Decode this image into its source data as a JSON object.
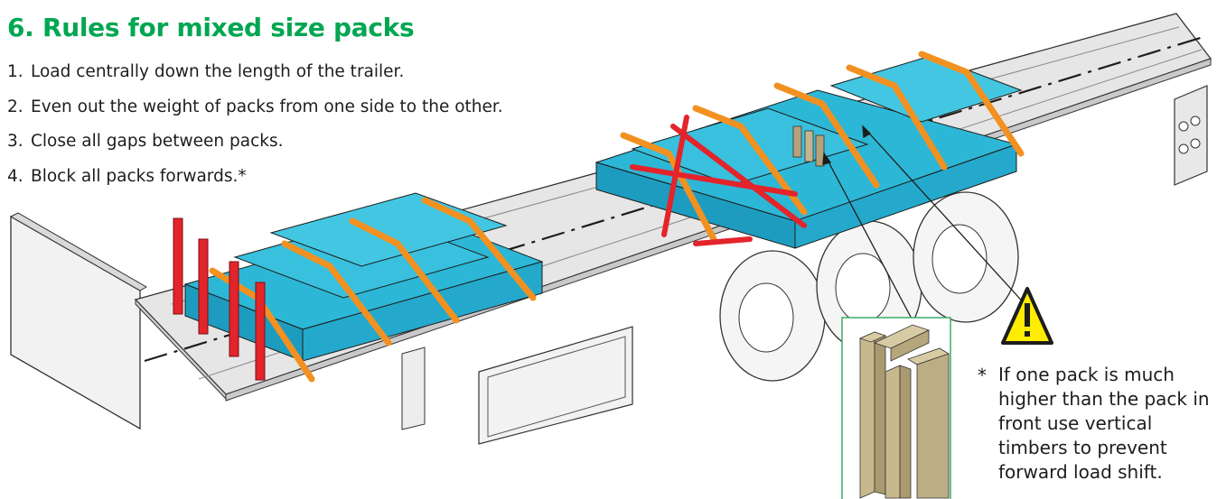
{
  "title": "6. Rules for mixed size packs",
  "rules": [
    {
      "num": "1.",
      "text": "Load centrally down the length of the trailer."
    },
    {
      "num": "2.",
      "text": "Even out the weight of packs from one side to the other."
    },
    {
      "num": "3.",
      "text": "Close all gaps between packs."
    },
    {
      "num": "4.",
      "text": "Block all packs forwards.*"
    }
  ],
  "footnote": {
    "marker": "*",
    "text": "If one pack is much higher than the pack in front use vertical timbers to prevent forward load shift."
  },
  "icons": {
    "warning": "warning-triangle-icon",
    "detail": "vertical-timber-detail"
  },
  "colors": {
    "title": "#00a651",
    "pack": "#2db7d6",
    "strap": "#f29120",
    "post": "#e3242b",
    "warning": "#ffed00",
    "inset_border": "#3dab6a"
  }
}
